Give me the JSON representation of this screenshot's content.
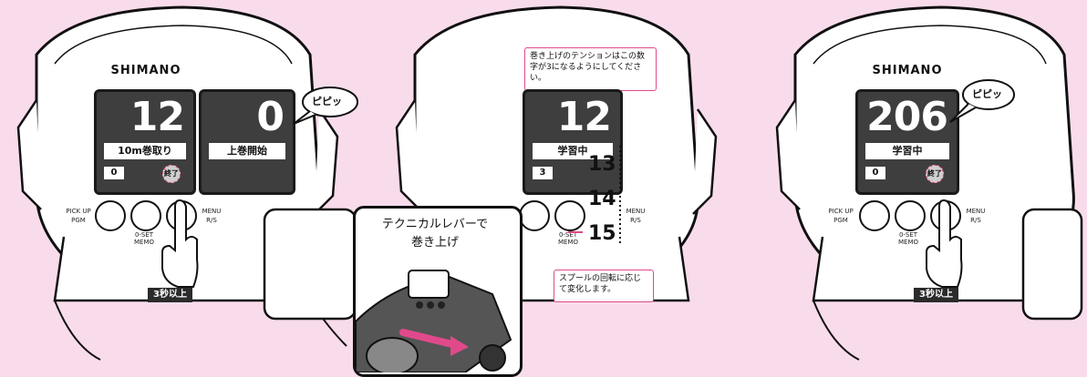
{
  "panel_left": {
    "brand": "SHIMANO",
    "display_main": {
      "number": "12",
      "label": "10m巻取り",
      "small": "0",
      "end": "終了"
    },
    "display_second": {
      "number": "0",
      "label": "上巻開始"
    },
    "beep": "ピピッ",
    "btn_pickup": "PICK UP",
    "btn_pgm": "PGM",
    "btn_oset": "0-SET",
    "btn_memo": "MEMO",
    "btn_menu": "MENU",
    "btn_rs": "R/S",
    "hold_badge": "3秒以上"
  },
  "panel_middle": {
    "callout_top": "巻き上げのテンションはこの数字が3になるようにしてください。",
    "display": {
      "number": "12",
      "label": "学習中",
      "small": "3"
    },
    "tension_values": [
      "13",
      "14",
      "15"
    ],
    "btn_oset": "0-SET",
    "btn_memo": "MEMO",
    "btn_menu": "MENU",
    "btn_rs": "R/S",
    "callout_bottom": "スプールの回転に応じて変化します。",
    "lever_title_1": "テクニカルレバーで",
    "lever_title_2": "巻き上げ"
  },
  "panel_right": {
    "brand": "SHIMANO",
    "display": {
      "number": "206",
      "label": "学習中",
      "small": "0",
      "end": "終了"
    },
    "beep": "ピピッ",
    "btn_pickup": "PICK UP",
    "btn_pgm": "PGM",
    "btn_oset": "0-SET",
    "btn_memo": "MEMO",
    "btn_menu": "MENU",
    "btn_rs": "R/S",
    "hold_badge": "3秒以上"
  },
  "colors": {
    "background": "#f9dcec",
    "accent": "#e04a8a",
    "screen": "#3e3e3e"
  }
}
